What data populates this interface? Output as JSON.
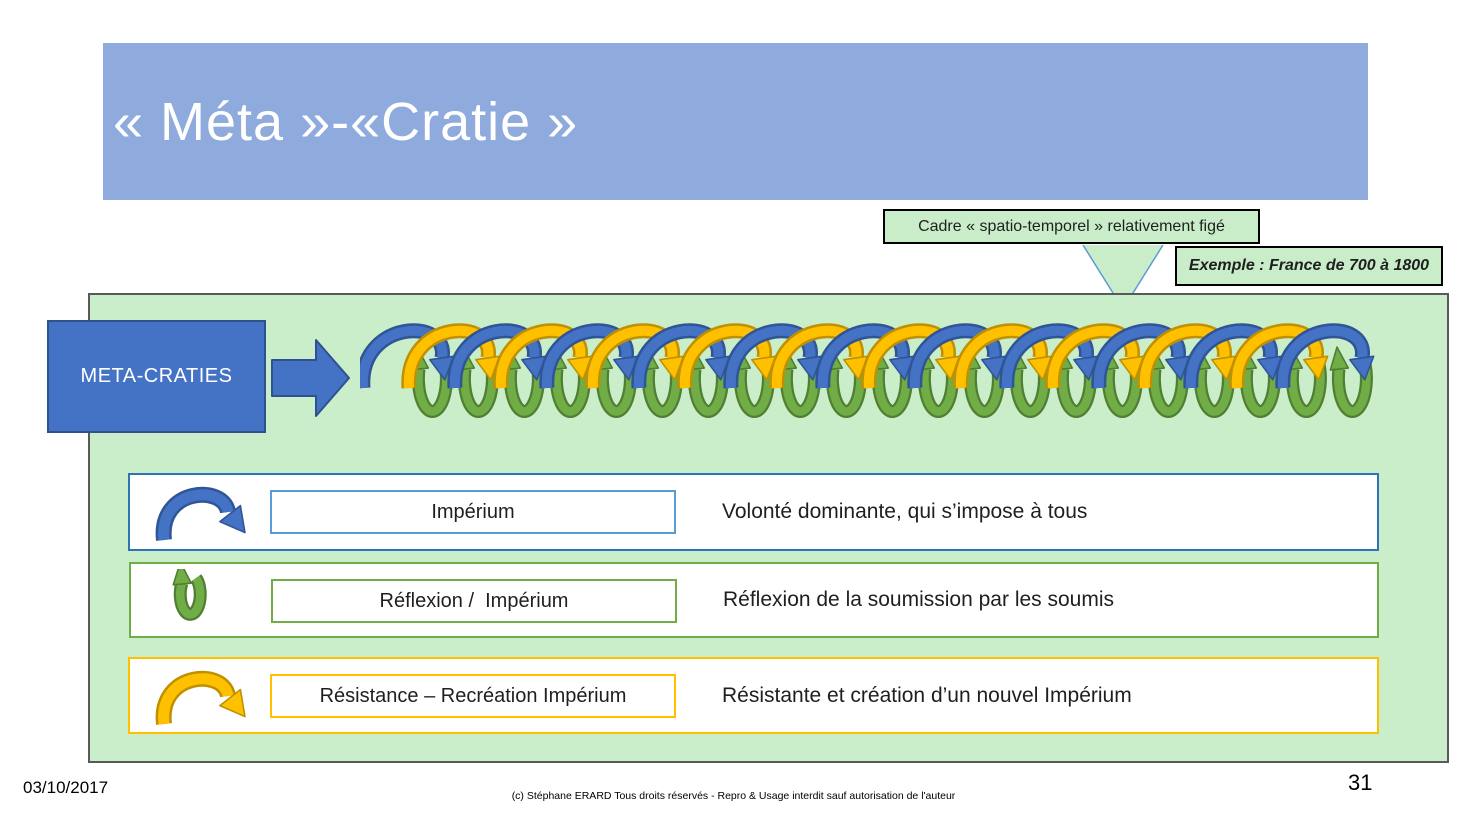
{
  "slide": {
    "title": "« Méta »-«Cratie »",
    "date": "03/10/2017",
    "copyright": "(c) Stéphane ERARD Tous droits réservés - Repro & Usage interdit sauf autorisation de l'auteur",
    "page_number": "31"
  },
  "callouts": {
    "frame_label": "Cadre « spatio-temporel » relativement figé",
    "example_label": "Exemple : France de 700 à 1800"
  },
  "diagram": {
    "source_label": "META-CRATIES",
    "arc_chain": {
      "description": "alternating blue and yellow forward arches over green return loops",
      "top_arc_count": 21,
      "green_loop_count": 21
    },
    "legend": [
      {
        "icon": "blue-arc-icon",
        "label": "Impérium",
        "description": "Volonté dominante, qui s’impose à tous"
      },
      {
        "icon": "green-loop-icon",
        "label": "Réflexion /  Impérium",
        "description": "Réflexion de la soumission par les soumis"
      },
      {
        "icon": "yellow-arc-icon",
        "label": "Résistance – Recréation Impérium",
        "description": "Résistante et création d’un nouvel Impérium"
      }
    ]
  },
  "colors": {
    "banner": "#8FAADC",
    "panel_bg": "#CAEDCA",
    "panel_border": "#595959",
    "callout_bg": "#C9ECC9",
    "callout_border": "#000000",
    "pointer_border": "#5B9BD5",
    "blue": "#4472C4",
    "blue_dark": "#2F5597",
    "yellow": "#FFC000",
    "yellow_dark": "#BF9000",
    "green": "#70AD47",
    "green_dark": "#507E32",
    "meta_box_border": "#2F528F",
    "row_imperium_border": "#2E74B5",
    "row_imperium_inner": "#5B9BD5"
  }
}
